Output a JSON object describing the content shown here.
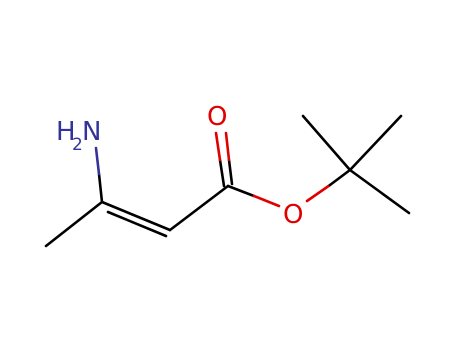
{
  "molecule": {
    "atoms": {
      "amine": {
        "label": "H",
        "subscript": "2",
        "element": "N"
      },
      "carbonyl_oxygen": {
        "label": "O"
      },
      "ester_oxygen": {
        "label": "O"
      }
    }
  },
  "colors": {
    "bond": "#000000",
    "nitrogen": "#33339a",
    "oxygen": "#e00000",
    "background": "#ffffff"
  }
}
